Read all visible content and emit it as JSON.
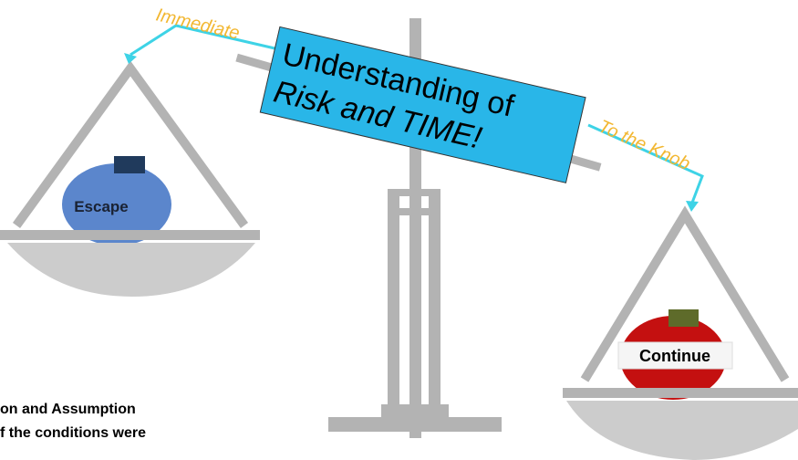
{
  "banner": {
    "line1": "Understanding of",
    "line2": "Risk and TIME!"
  },
  "arrows": {
    "left_label": "Immediate",
    "right_label": "To the Knob"
  },
  "left_pan": {
    "weight_label": "Escape"
  },
  "right_pan": {
    "weight_label": "Continue"
  },
  "footer": {
    "line1": "on and Assumption",
    "line2": "f the conditions were"
  },
  "colors": {
    "scale_gray": "#b3b3b3",
    "banner_fill": "#29b6e8",
    "arrow_cyan": "#3ed3e6",
    "arrow_label": "#f2b731",
    "escape_blue": "#5b86cc",
    "escape_dark": "#203a5c",
    "continue_red": "#c41010",
    "continue_knob": "#5e6b2a"
  },
  "icons": {
    "scale": "balance-scale-icon",
    "left_weight": "blue-weight-icon",
    "right_weight": "red-weight-icon"
  }
}
